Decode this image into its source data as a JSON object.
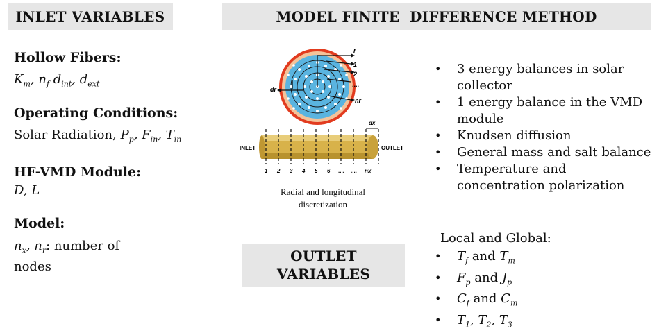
{
  "inlet": {
    "header": "INLET VARIABLES",
    "hollow_fibers_title": "Hollow Fibers",
    "hollow_fibers_vars": "Km, nf dint, dext",
    "operating_title": "Operating Conditions",
    "operating_vars": "Solar Radiation, Pp, Fin, Tin",
    "module_title": "HF-VMD Module",
    "module_vars": "D, L",
    "model_title": "Model",
    "model_vars_symbols": "nx, nr",
    "model_vars_text": ": number of",
    "model_vars_text2": "nodes"
  },
  "model": {
    "header": "MODEL FINITE  DIFFERENCE METHOD",
    "diagram": {
      "circle_labels": [
        "r",
        "1",
        "2",
        "....",
        "nr"
      ],
      "dr_label": "dr",
      "dx_label": "dx",
      "inlet_label": "INLET",
      "outlet_label": "OUTLET",
      "node_labels": [
        "1",
        "2",
        "3",
        "4",
        "5",
        "6",
        "....",
        "....",
        "nx"
      ]
    },
    "caption_line1": "Radial and longitudinal",
    "caption_line2": "discretization",
    "bullets": [
      "3 energy balances in solar collector",
      "1 energy balance in the VMD module",
      "Knudsen diffusion",
      "General mass and salt balance",
      "Temperature and concentration polarization"
    ]
  },
  "outlet": {
    "header_line1": "OUTLET",
    "header_line2": "VARIABLES",
    "local_global": "Local and Global:",
    "items": [
      "Tf and Tm",
      "Fp and Jp",
      "Cf and Cm",
      "T1, T2, T3"
    ]
  },
  "colors": {
    "header_bg": "#e6e6e6",
    "circle_outer": "#e23b1e",
    "circle_ring": "#f4c39a",
    "circle_inner": "#5ab4e0",
    "tube_gold": "#d8b24a"
  }
}
